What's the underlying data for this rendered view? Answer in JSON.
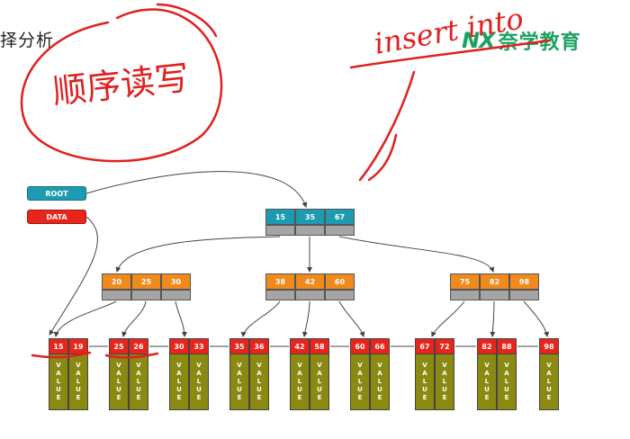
{
  "header": {
    "title": "择分析",
    "logo_mark": "NX",
    "logo_text": "奈学教育"
  },
  "pointers": {
    "root": "ROOT",
    "data": "DATA"
  },
  "tree": {
    "root": [
      "15",
      "35",
      "67"
    ],
    "internal": [
      [
        "20",
        "25",
        "30"
      ],
      [
        "38",
        "42",
        "60"
      ],
      [
        "75",
        "82",
        "98"
      ]
    ],
    "leaves": [
      [
        "15",
        "19"
      ],
      [
        "25",
        "26"
      ],
      [
        "30",
        "33"
      ],
      [
        "35",
        "36"
      ],
      [
        "42",
        "58"
      ],
      [
        "60",
        "66"
      ],
      [
        "67",
        "72"
      ],
      [
        "82",
        "88"
      ],
      [
        "98"
      ]
    ],
    "value_letters": [
      "V",
      "A",
      "L",
      "U",
      "E"
    ]
  },
  "annotations": {
    "insert_text": "insert into",
    "circled_text": "顺序读写",
    "colors": {
      "ink": "#e02020",
      "root": "#1e9bb0",
      "internal": "#f08a1c",
      "leaf_key": "#e8251c",
      "leaf_value": "#8a8a12",
      "logo": "#1aa260"
    }
  }
}
